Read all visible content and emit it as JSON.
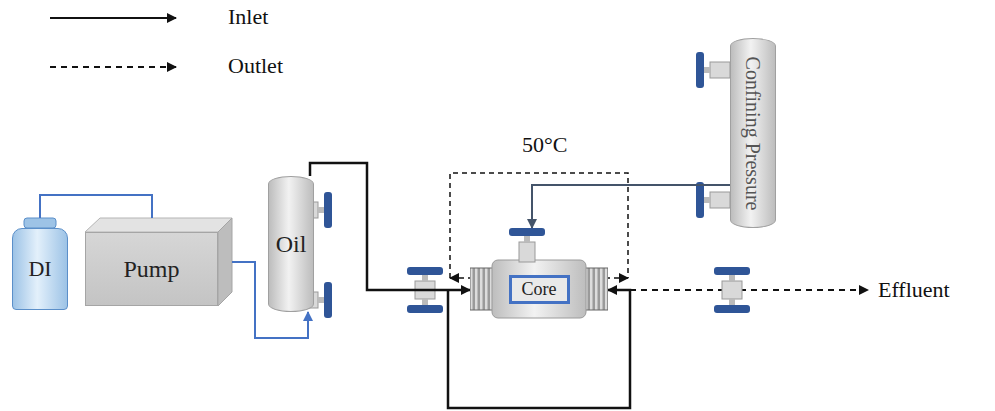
{
  "diagram": {
    "nodes": [
      {
        "text": [
          "DI"
        ]
      },
      {
        "text": [
          "Pump"
        ]
      },
      {
        "text": [
          "Oil"
        ]
      },
      {
        "text": [
          "Core"
        ]
      },
      {
        "text": [
          "Confining Pressure"
        ]
      }
    ],
    "edges": [
      {
        "from": 0,
        "to": 1,
        "arrow": "none"
      },
      {
        "from": 1,
        "to": 2,
        "arrow": "to"
      },
      {
        "from": 2,
        "to": 3,
        "arrow": "to"
      },
      {
        "from": 4,
        "to": 3,
        "arrow": "to"
      }
    ],
    "labels": [
      "50°C",
      "Effluent"
    ],
    "legend": [
      {
        "text": "Inlet"
      },
      {
        "text": "Outlet"
      }
    ]
  }
}
